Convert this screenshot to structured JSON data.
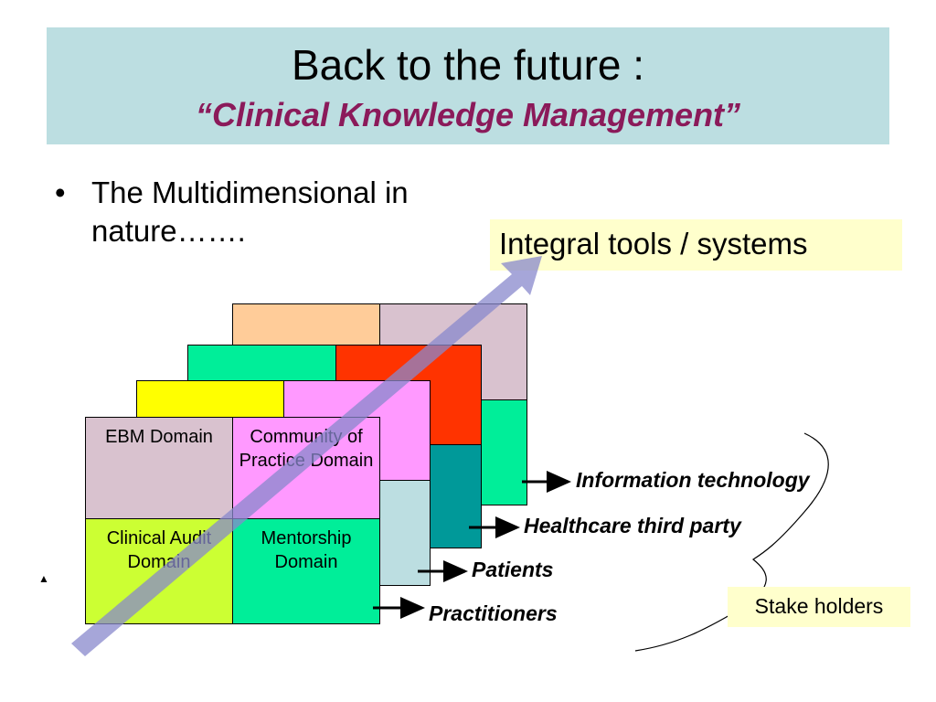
{
  "title": {
    "line1": "Back to the future :",
    "line2": "“Clinical Knowledge Management”"
  },
  "bullet": {
    "marker": "•",
    "text": "The Multidimensional in nature……."
  },
  "integral_label": "Integral tools / systems",
  "stakeholders_label": "Stake holders",
  "domains": {
    "ebm": "EBM Domain",
    "cop": "Community of Practice Domain",
    "audit": "Clinical Audit Domain",
    "mentorship": "Mentorship Domain"
  },
  "layers": [
    {
      "name": "Information technology"
    },
    {
      "name": "Healthcare third party"
    },
    {
      "name": "Patients"
    },
    {
      "name": "Practitioners"
    }
  ],
  "colors": {
    "title_bg": "#bcdee1",
    "title_subtitle": "#8b1a5a",
    "label_bg": "#ffffcc",
    "ebm": "#d9c2cf",
    "cop": "#ff99ff",
    "audit": "#ccff33",
    "mentorship": "#00ee99",
    "arrow": "#8888cc"
  },
  "small_marker": "▲"
}
